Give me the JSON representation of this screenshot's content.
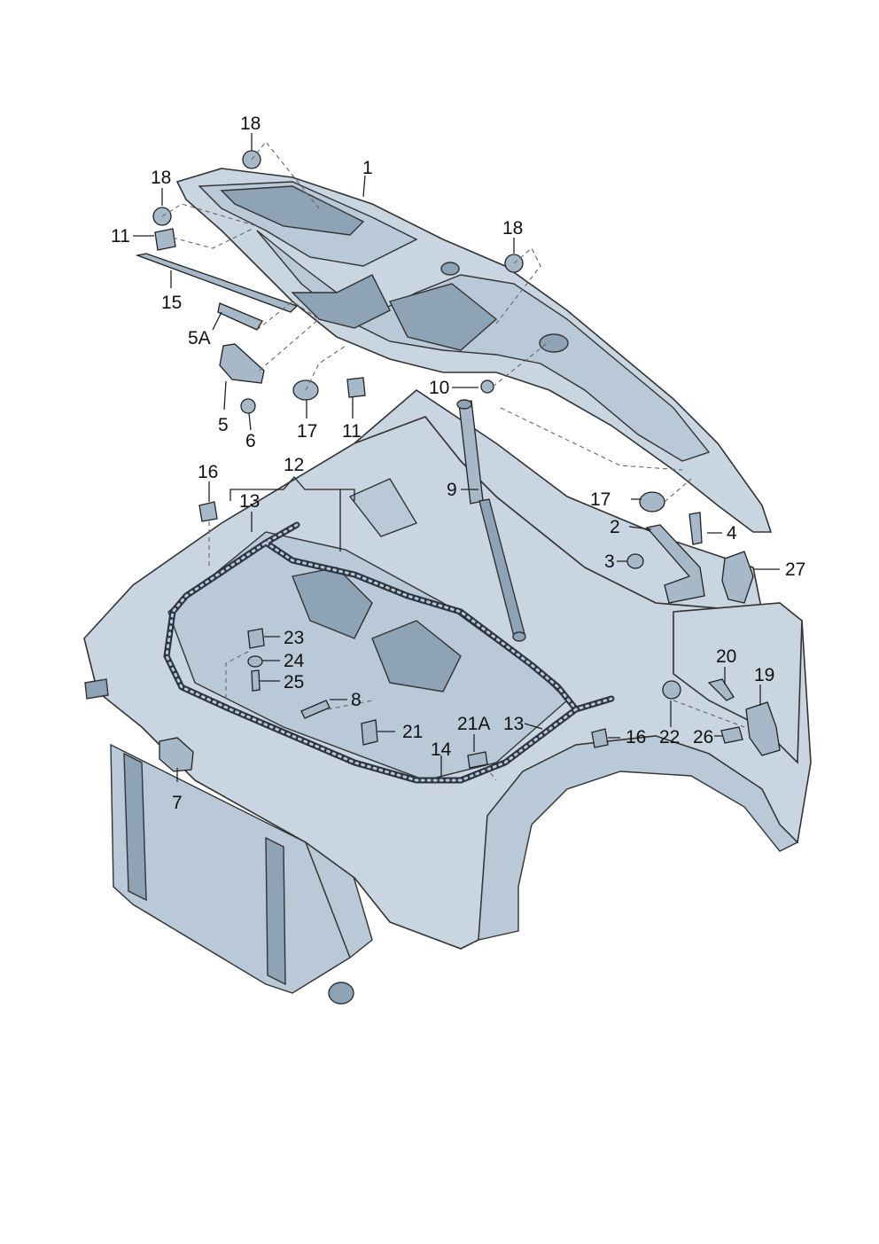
{
  "labels": {
    "l1": "1",
    "l2": "2",
    "l3": "3",
    "l4": "4",
    "l5": "5",
    "l5a": "5A",
    "l6": "6",
    "l7": "7",
    "l8": "8",
    "l9": "9",
    "l10": "10",
    "l11a": "11",
    "l11b": "11",
    "l12": "12",
    "l13a": "13",
    "l13b": "13",
    "l14": "14",
    "l15": "15",
    "l16a": "16",
    "l16b": "16",
    "l17a": "17",
    "l17b": "17",
    "l18a": "18",
    "l18b": "18",
    "l18c": "18",
    "l19": "19",
    "l20": "20",
    "l21": "21",
    "l21a": "21A",
    "l22": "22",
    "l23": "23",
    "l24": "24",
    "l25": "25",
    "l26": "26",
    "l27": "27"
  }
}
